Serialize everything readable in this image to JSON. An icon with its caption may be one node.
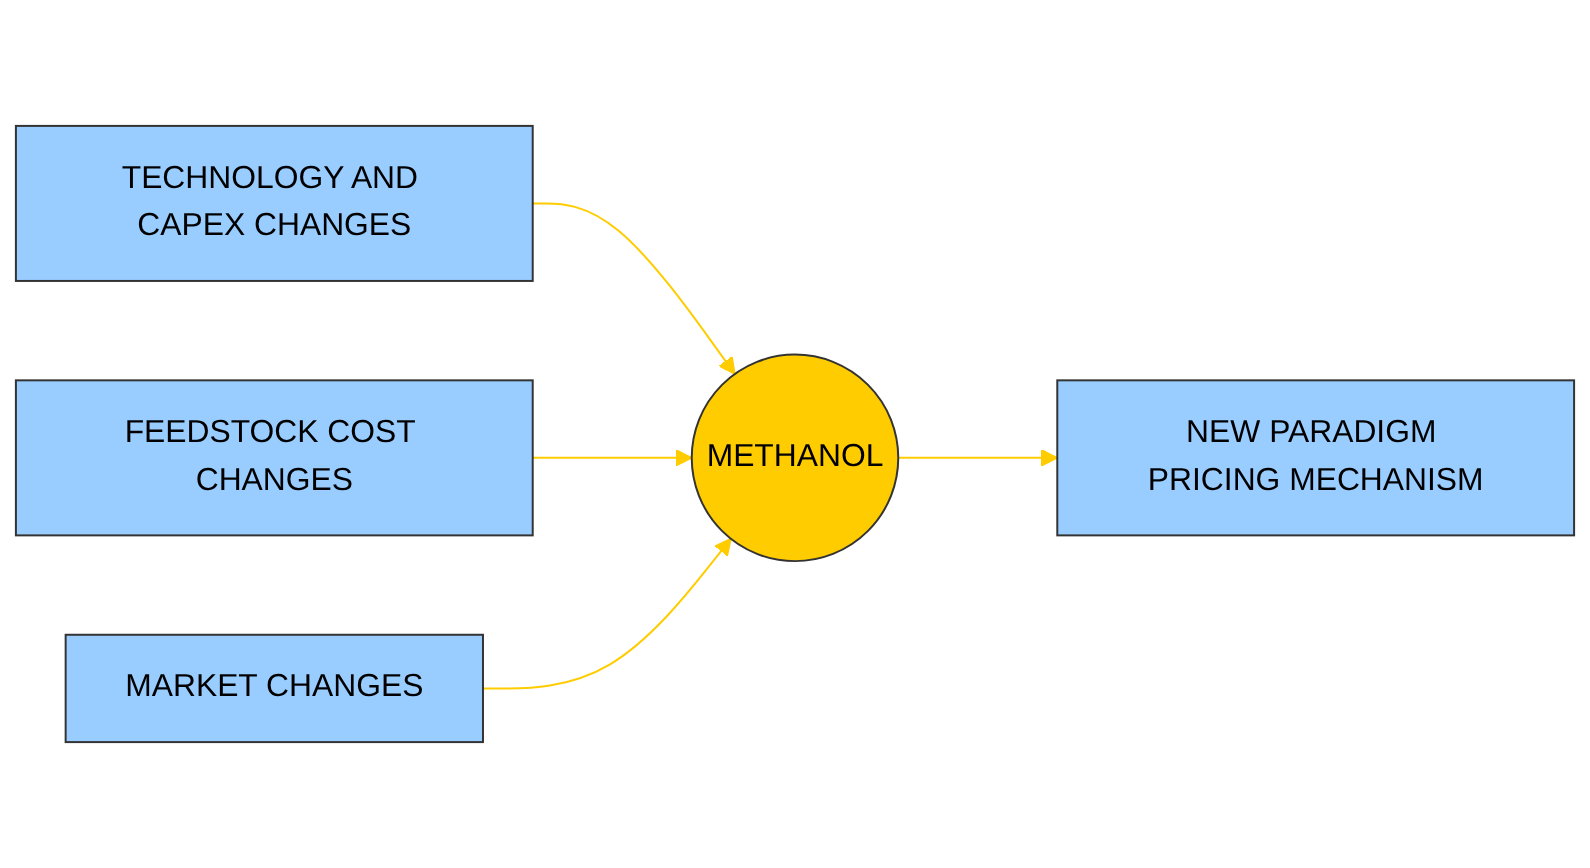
{
  "diagram": {
    "nodes": [
      {
        "text": [
          "TECHNOLOGY AND CAPEX CHANGES"
        ]
      },
      {
        "text": [
          "FEEDSTOCK COST CHANGES"
        ]
      },
      {
        "text": [
          "METHANOL"
        ]
      },
      {
        "text": [
          "NEW PARADIGM PRICING MECHANISM"
        ]
      },
      {
        "text": [
          "MARKET CHANGES"
        ]
      }
    ],
    "edges": [
      {
        "from": 0,
        "to": 2,
        "arrow": "to",
        "color": "#ffcc00"
      },
      {
        "from": 1,
        "to": 2,
        "arrow": "to",
        "color": "#ffcc00"
      },
      {
        "from": 2,
        "to": 3,
        "arrow": "to",
        "color": "#ffcc00"
      },
      {
        "from": 4,
        "to": 2,
        "arrow": "to",
        "color": "#ffcc00"
      }
    ]
  }
}
